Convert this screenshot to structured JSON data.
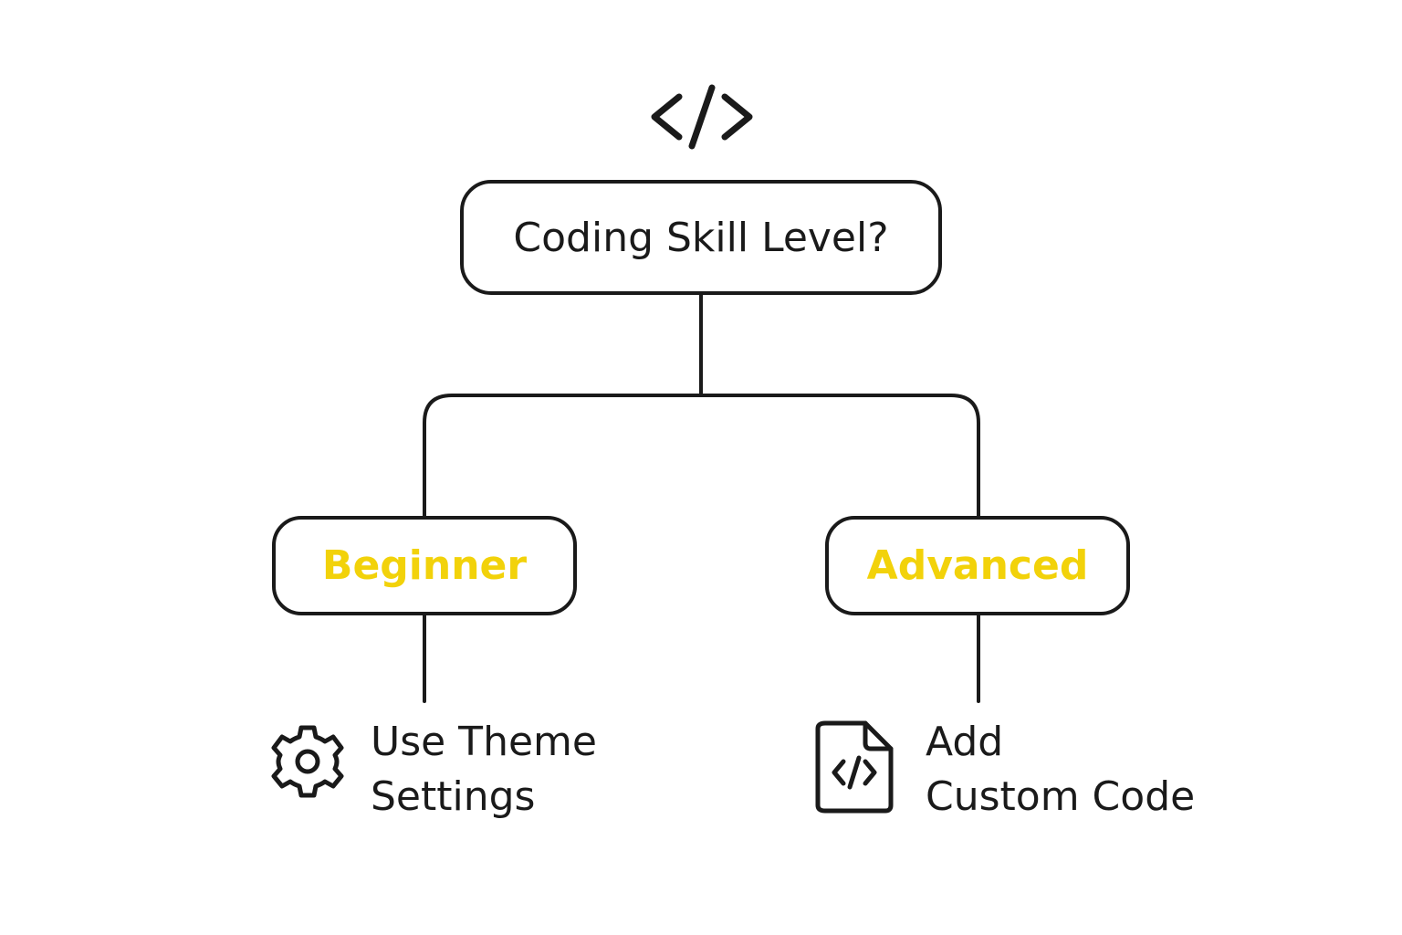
{
  "colors": {
    "stroke": "#1a1a1a",
    "accent": "#f2d20a",
    "background": "#ffffff"
  },
  "header": {
    "icon": "code-brackets-icon"
  },
  "root": {
    "label": "Coding Skill Level?"
  },
  "branches": [
    {
      "label": "Beginner",
      "outcome_icon": "gear-icon",
      "outcome_lines": [
        "Use Theme",
        "Settings"
      ]
    },
    {
      "label": "Advanced",
      "outcome_icon": "code-file-icon",
      "outcome_lines": [
        "Add",
        "Custom Code"
      ]
    }
  ]
}
